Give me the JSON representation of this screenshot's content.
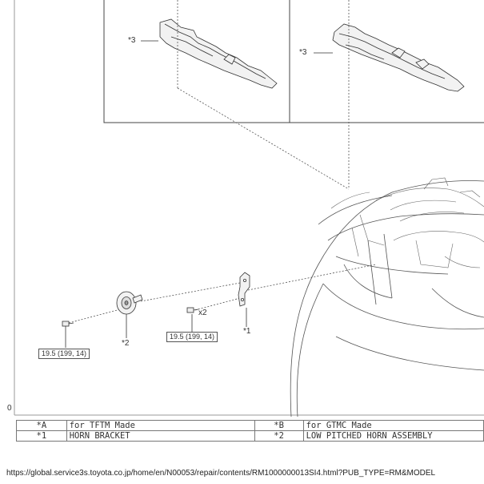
{
  "diagram": {
    "callouts": {
      "bracket": "*1",
      "horn": "*2",
      "cover_left": "*3",
      "cover_right": "*3",
      "bolt_qty": "x2"
    },
    "torque": {
      "left": "19.5 (199, 14)",
      "center": "19.5 (199, 14)"
    },
    "figure_id": "0"
  },
  "legend": {
    "rows": [
      {
        "key1": "*A",
        "desc1": "for TFTM Made",
        "key2": "*B",
        "desc2": "for GTMC Made"
      },
      {
        "key1": "*1",
        "desc1": "HORN BRACKET",
        "key2": "*2",
        "desc2": "LOW PITCHED HORN ASSEMBLY"
      }
    ]
  },
  "footer": {
    "url": "https://global.service3s.toyota.co.jp/home/en/N00053/repair/contents/RM1000000013SI4.html?PUB_TYPE=RM&MODEL"
  }
}
